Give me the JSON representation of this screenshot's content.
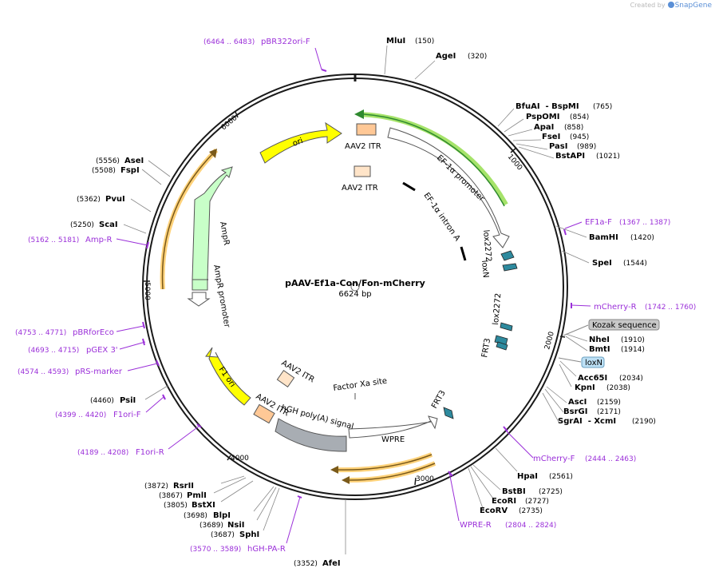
{
  "credit": {
    "prefix": "Created by",
    "brand": "SnapGene"
  },
  "plasmid": {
    "name": "pAAV-Ef1a-Con/Fon-mCherry",
    "length": "6624 bp"
  },
  "ticks": [
    "1000",
    "2000",
    "3000",
    "4000",
    "5000",
    "6000"
  ],
  "enzymes": [
    {
      "name": "MluI",
      "pos": "(150)"
    },
    {
      "name": "AgeI",
      "pos": "(320)"
    },
    {
      "name": "BfuAI  - BspMI",
      "pos": "(765)"
    },
    {
      "name": "PspOMI",
      "pos": "(854)"
    },
    {
      "name": "ApaI",
      "pos": "(858)"
    },
    {
      "name": "FseI",
      "pos": "(945)"
    },
    {
      "name": "PasI",
      "pos": "(989)"
    },
    {
      "name": "BstAPI",
      "pos": "(1021)"
    },
    {
      "name": "BamHI",
      "pos": "(1420)"
    },
    {
      "name": "SpeI",
      "pos": "(1544)"
    },
    {
      "name": "NheI",
      "pos": "(1910)"
    },
    {
      "name": "BmtI",
      "pos": "(1914)"
    },
    {
      "name": "Acc65I",
      "pos": "(2034)"
    },
    {
      "name": "KpnI",
      "pos": "(2038)"
    },
    {
      "name": "AscI",
      "pos": "(2159)"
    },
    {
      "name": "BsrGI",
      "pos": "(2171)"
    },
    {
      "name": "SgrAI  - XcmI",
      "pos": "(2190)"
    },
    {
      "name": "HpaI",
      "pos": "(2561)"
    },
    {
      "name": "BstBI",
      "pos": "(2725)"
    },
    {
      "name": "EcoRI",
      "pos": "(2727)"
    },
    {
      "name": "EcoRV",
      "pos": "(2735)"
    },
    {
      "name": "AfeI",
      "pos": "(3352)"
    },
    {
      "name": "SphI",
      "pos": "(3687)"
    },
    {
      "name": "NsiI",
      "pos": "(3689)"
    },
    {
      "name": "BlpI",
      "pos": "(3698)"
    },
    {
      "name": "BstXI",
      "pos": "(3805)"
    },
    {
      "name": "PmlI",
      "pos": "(3867)"
    },
    {
      "name": "RsrII",
      "pos": "(3872)"
    },
    {
      "name": "PsiI",
      "pos": "(4460)"
    },
    {
      "name": "ScaI",
      "pos": "(5250)"
    },
    {
      "name": "PvuI",
      "pos": "(5362)"
    },
    {
      "name": "FspI",
      "pos": "(5508)"
    },
    {
      "name": "AseI",
      "pos": "(5556)"
    }
  ],
  "primers": [
    {
      "name": "pBR322ori-F",
      "range": "(6464 .. 6483)"
    },
    {
      "name": "EF1a-F",
      "range": "(1367 .. 1387)"
    },
    {
      "name": "mCherry-R",
      "range": "(1742 .. 1760)"
    },
    {
      "name": "mCherry-F",
      "range": "(2444 .. 2463)"
    },
    {
      "name": "WPRE-R",
      "range": "(2804 .. 2824)"
    },
    {
      "name": "hGH-PA-R",
      "range": "(3570 .. 3589)"
    },
    {
      "name": "F1ori-R",
      "range": "(4189 .. 4208)"
    },
    {
      "name": "F1ori-F",
      "range": "(4399 .. 4420)"
    },
    {
      "name": "pRS-marker",
      "range": "(4574 .. 4593)"
    },
    {
      "name": "pGEX 3'",
      "range": "(4693 .. 4715)"
    },
    {
      "name": "pBRforEco",
      "range": "(4753 .. 4771)"
    },
    {
      "name": "Amp-R",
      "range": "(5162 .. 5181)"
    }
  ],
  "features": {
    "ori": "ori",
    "aav2_itr": "AAV2 ITR",
    "ef1a_promoter": "EF-1α promoter",
    "ef1a_intron": "EF-1α intron A",
    "lox2272": "lox2272",
    "loxn": "loxN",
    "kozak": "Kozak sequence",
    "frt3": "FRT3",
    "wpre": "WPRE",
    "factor_xa": "Factor Xa site",
    "hgh_polya": "hGH poly(A) signal",
    "f1_ori": "F1 ori",
    "ampr": "AmpR",
    "ampr_promoter": "AmpR promoter"
  },
  "colors": {
    "backbone": "#1a1a1a",
    "primer": "#9b30d9",
    "ori_yellow": "#ffff00",
    "itr_orange": "#ffc896",
    "ampr_green": "#c8ffc8",
    "polya_gray": "#a8adb3",
    "lox_teal": "#2e8a9e",
    "cds_gold": "#d9a441"
  }
}
